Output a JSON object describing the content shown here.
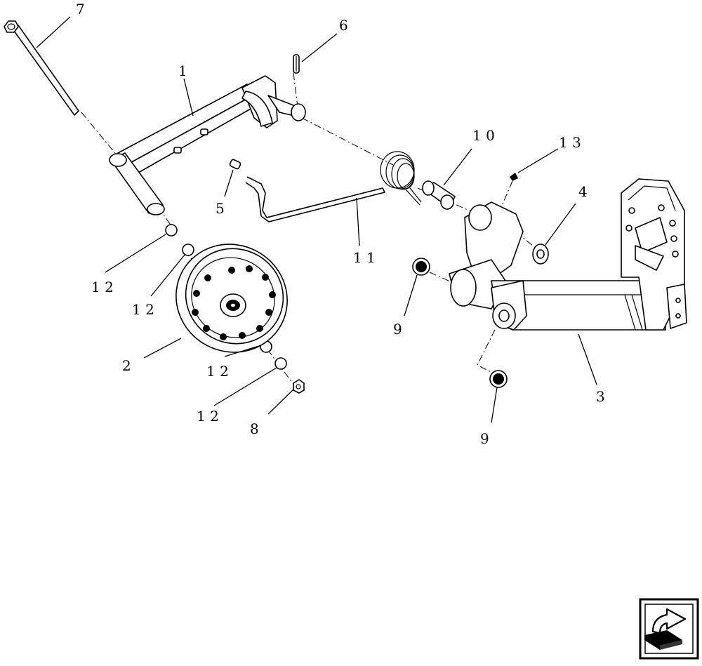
{
  "callouts": {
    "c1": "1",
    "c2": "2",
    "c3": "3",
    "c4": "4",
    "c5": "5",
    "c6": "6",
    "c7": "7",
    "c8": "8",
    "c9a": "9",
    "c9b": "9",
    "c10": "1 0",
    "c11": "1 1",
    "c12a": "1 2",
    "c12b": "1 2",
    "c12c": "1 2",
    "c12d": "1 2",
    "c13": "1 3"
  },
  "nav": {
    "icon": "next-page-arrow-icon"
  }
}
